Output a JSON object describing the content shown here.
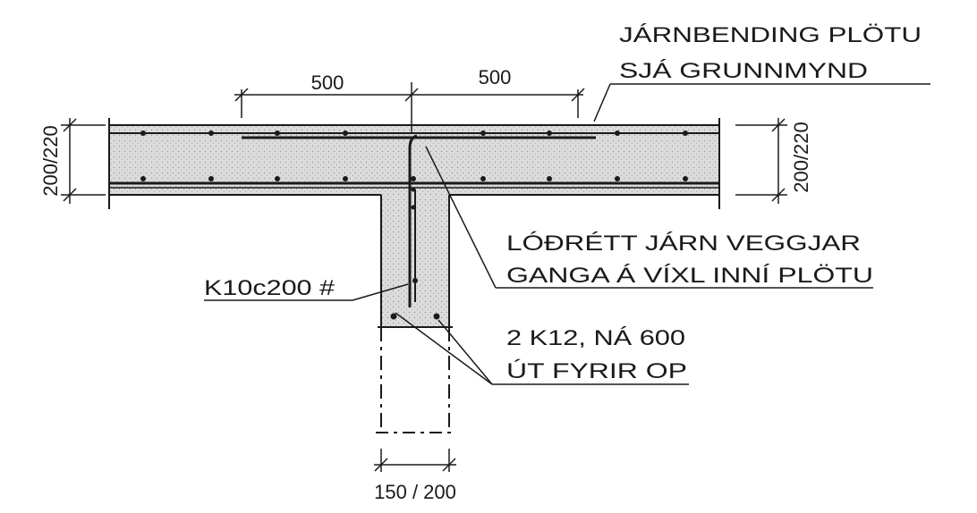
{
  "dimensions": {
    "top_left": "500",
    "top_right": "500",
    "left_thickness": "200/220",
    "right_thickness": "200/220",
    "wall_width": "150 / 200"
  },
  "labels": {
    "slab_rebar_line1": "JÁRNBENDING PLÖTU",
    "slab_rebar_line2": "SJÁ GRUNNMYND",
    "wall_vertical_line1": "LÓÐRÉTT JÁRN VEGGJAR",
    "wall_vertical_line2": "GANGA Á VÍXL INNÍ PLÖTU",
    "wall_mesh": "K10c200 #",
    "opening_bars_line1": "2 K12, NÁ 600",
    "opening_bars_line2": "ÚT FYRIR OP"
  },
  "colors": {
    "ink": "#1a1a1a",
    "concrete_fill": "#d9d9d9"
  }
}
